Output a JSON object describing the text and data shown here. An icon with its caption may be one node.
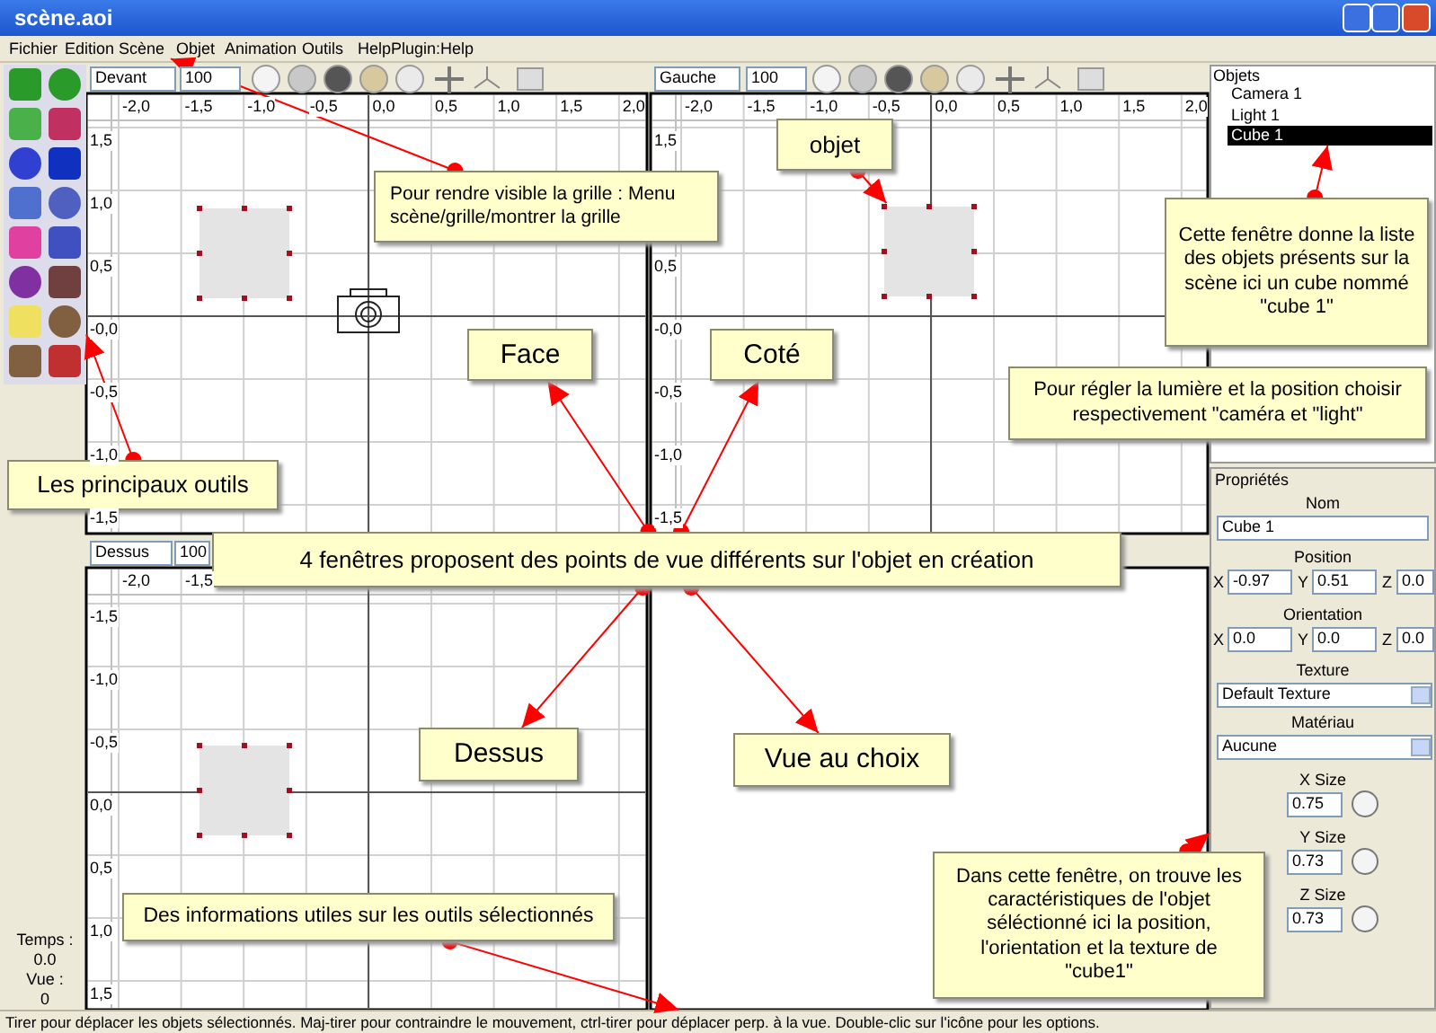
{
  "diagram": {
    "nodes": [
      {
        "text": [
          "Scène"
        ]
      },
      {
        "text": [],
        "shape": "box"
      },
      {
        "text": [
          "Pour rendre visible la grille : Menu scène/grille/montrer la grille"
        ]
      },
      {
        "text": [
          "objet"
        ]
      },
      {
        "text": [
          "Cube 1"
        ]
      },
      {
        "text": [],
        "shape": "box"
      },
      {
        "text": [
          "Cette fenêtre donne la liste des objets présents sur la scène ici un cube nommé \"cube 1\""
        ]
      },
      {
        "text": [
          "Face"
        ]
      },
      {
        "text": [
          "Coté"
        ]
      },
      {
        "text": [
          "Pour régler la lumière et la position choisir respectivement \"caméra et \"light\""
        ]
      },
      {
        "text": [
          "Les principaux outils"
        ]
      },
      {
        "text": [
          "Propriétés"
        ]
      },
      {
        "text": [
          "4 fenêtres proposent des points de vue différents sur l'objet en création"
        ]
      },
      {
        "text": [
          "Dessus"
        ]
      },
      {
        "text": [
          "Vue au choix"
        ]
      },
      {
        "text": [
          "Dans cette fenêtre, on trouve les caractéristiques de l'objet séléctionné ici la position, l'orientation et la texture de \"cube1\""
        ]
      },
      {
        "text": [
          "Des informations utiles sur les outils sélectionnés"
        ]
      },
      {
        "text": [
          "Tirer pour déplacer les objets sélectionnés.  Maj-tirer pour contraindre le mouvement, ctrl-tirer pour déplacer perp. à la vue.  Double-clic sur l'icône pour les options."
        ]
      }
    ],
    "edges": [
      {
        "from": 2,
        "to": 0,
        "arrow": "to"
      },
      {
        "from": 3,
        "to": 5,
        "arrow": "to"
      },
      {
        "from": 6,
        "to": 4,
        "arrow": "to"
      },
      {
        "from": 12,
        "to": 7,
        "arrow": "to"
      },
      {
        "from": 12,
        "to": 8,
        "arrow": "to"
      },
      {
        "from": 12,
        "to": 13,
        "arrow": "to"
      },
      {
        "from": 12,
        "to": 14,
        "arrow": "to"
      },
      {
        "from": 10,
        "to": 1,
        "arrow": "to"
      },
      {
        "from": 15,
        "to": 11,
        "arrow": "to"
      },
      {
        "from": 16,
        "to": 17,
        "arrow": "to"
      }
    ],
    "labels": [
      "scène.aoi",
      "Fichier",
      "Edition",
      "Objet",
      "Animation",
      "Outils",
      "HelpPlugin:Help",
      "Devant",
      "100",
      "Gauche",
      "100",
      "Objets",
      "Camera 1",
      "Light 1",
      "-2,0",
      "-1,5",
      "-1,0",
      "-0,5",
      "0,0",
      "0,5",
      "1,0",
      "1,5",
      "2,0",
      "-2,0",
      "-1,5",
      "-1,0",
      "-0,5",
      "0,0",
      "0,5",
      "1,0",
      "1,5",
      "2,0",
      "1,5",
      "1,0",
      "0,5",
      "-0,0",
      "-0,5",
      "-1,0",
      "-1,5",
      "1,5",
      "0,5",
      "-0,0",
      "-0,5",
      "-1,0",
      "-1,5",
      "Nom",
      "Cube 1",
      "Position",
      "X",
      "-0.97",
      "Y",
      "0.51",
      "Z",
      "0.0",
      "Orientation",
      "X",
      "0.0",
      "Y",
      "0.0",
      "Z",
      "0.0",
      "Texture",
      "Default Texture",
      "Matériau",
      "Aucune",
      "X Size",
      "0.75",
      "Y Size",
      "0.73",
      "Z Size",
      "0.73",
      "Dessus",
      "100",
      "-2,0",
      "-1,5",
      "-1,5",
      "-1,0",
      "-0,5",
      "0,0",
      "0,5",
      "1,0",
      "1,5",
      "Temps :",
      "0.0",
      "Vue :",
      "0"
    ]
  }
}
